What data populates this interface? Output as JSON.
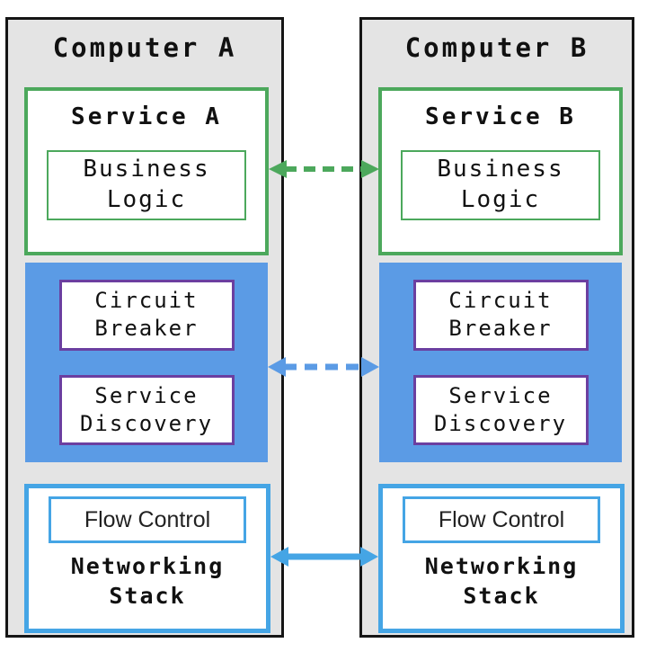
{
  "diagram": {
    "computers": [
      {
        "title": "Computer A",
        "service": {
          "title": "Service A",
          "business_logic": "Business\nLogic"
        },
        "middleware": {
          "circuit_breaker": "Circuit\nBreaker",
          "service_discovery": "Service\nDiscovery"
        },
        "network": {
          "flow_control": "Flow Control",
          "title": "Networking\nStack"
        }
      },
      {
        "title": "Computer B",
        "service": {
          "title": "Service B",
          "business_logic": "Business\nLogic"
        },
        "middleware": {
          "circuit_breaker": "Circuit\nBreaker",
          "service_discovery": "Service\nDiscovery"
        },
        "network": {
          "flow_control": "Flow Control",
          "title": "Networking\nStack"
        }
      }
    ],
    "connections": [
      {
        "name": "service-to-service",
        "style": "dashed",
        "color": "#4CA85C"
      },
      {
        "name": "middleware-to-middleware",
        "style": "dashed",
        "color": "#5B9BE5"
      },
      {
        "name": "network-to-network",
        "style": "solid",
        "color": "#45A5E5"
      }
    ],
    "colors": {
      "panel_background": "#E4E4E4",
      "panel_border": "#151515",
      "service_green": "#4CA85C",
      "middleware_blue": "#5B9BE5",
      "network_light_blue": "#45A5E5",
      "inner_box_purple": "#6B3FA0",
      "box_background": "#FFFFFF",
      "text": "#111111"
    }
  }
}
